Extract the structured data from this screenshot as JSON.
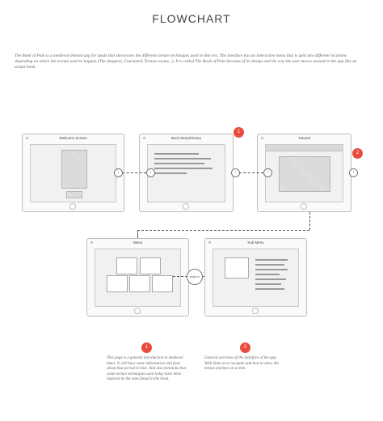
{
  "title": "FLOWCHART",
  "intro": "The Book of Pain is a medieval themed app for ipads that showcases the different torture techniques used in that era.  The interface has an interactive menu that is split into different locations depending on where the torture used to happen (The dungeon, Courtyard, Torture rooms...).  It is called The Book of Pain because of its design and the way the user moves around in the app like an actual book.",
  "screens": {
    "welcome": "Welcome Screen",
    "backstory": "Back Story/History",
    "tutorial": "Tutorial",
    "menu": "Menu",
    "submenu": "Sub Menu"
  },
  "badges": [
    "1",
    "2"
  ],
  "swipe_label": "swipe to",
  "notes": [
    "This page is a general introduction to medieval times. It will have some information and facts about that period in time. And also mentions that some torture techniques used today have been inspired by the ones found in the book.",
    "General overview of the interface of the app. With hints as to navigate and how to show the menus anytime on screen."
  ],
  "colors": {
    "badge": "#e74c3c",
    "frame": "#bdbdbd",
    "connector": "#555555"
  }
}
